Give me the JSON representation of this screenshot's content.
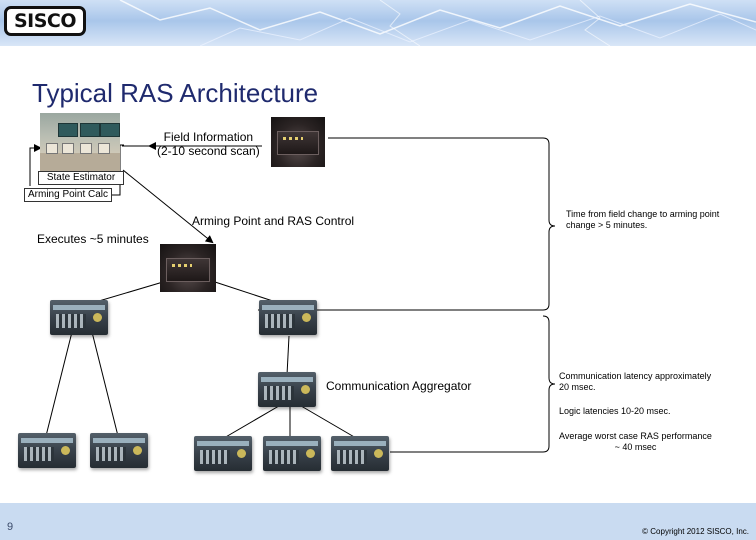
{
  "header": {
    "logo_text": "SISCO"
  },
  "slide": {
    "title": "Typical RAS Architecture",
    "field_info_line1": "Field Information",
    "field_info_line2": "(2-10 second scan)",
    "state_estimator": "State Estimator",
    "arming_point_calc": "Arming Point Calc",
    "executes": "Executes ~5 minutes",
    "arming_control": "Arming Point and RAS Control",
    "comm_aggregator": "Communication Aggregator",
    "note_time_line1": "Time from field change to arming point",
    "note_time_line2": "change > 5 minutes.",
    "note_latency_line1": "Communication latency approximately",
    "note_latency_line2": "20 msec.",
    "note_logic": "Logic latencies 10-20 msec.",
    "note_worst_line1": "Average worst case RAS performance",
    "note_worst_line2": "~ 40 msec"
  },
  "footer": {
    "page_number": "9",
    "copyright": "© Copyright 2012 SISCO, Inc."
  },
  "colors": {
    "title": "#1f2a6e",
    "banner": "#a9c6ea",
    "footer": "#c9dbf1"
  },
  "icons": [
    "control-room-photo",
    "server-icon",
    "relay-device-icon"
  ]
}
